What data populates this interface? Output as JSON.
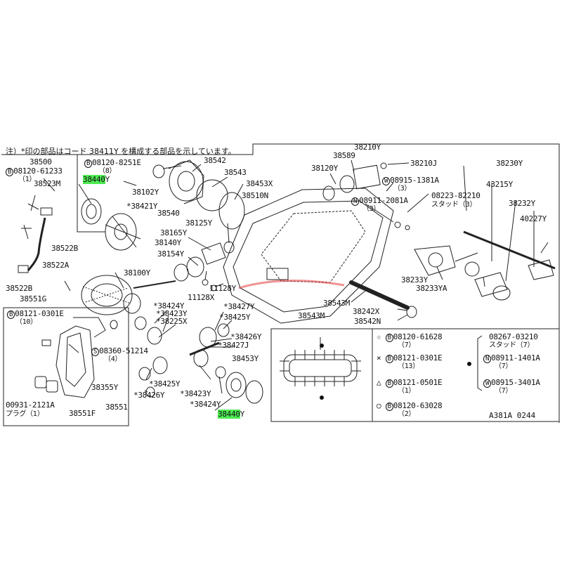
{
  "note": "注）*印の部品はコード 38411Y を構成する部品を示しています。",
  "reference": "A381A 0244",
  "highlight_color": "#4dea52",
  "labels": {
    "p38500": "38500",
    "p08120_61233": "08120-61233",
    "p08120_61233_qty": "（1）",
    "p38523M": "38523M",
    "p38522B_a": "38522B",
    "p38522A": "38522A",
    "p38522B_b": "38522B",
    "p38551G": "38551G",
    "p08120_8251E": "08120-8251E",
    "p08120_8251E_qty": "（8）",
    "p38440_a": "38440",
    "p38440_a_suffix": "Y",
    "p38102Y": "38102Y",
    "p38421Y": "*38421Y",
    "p38542": "38542",
    "p38543": "38543",
    "p38453X": "38453X",
    "p38540": "38540",
    "p38510N": "38510N",
    "p38125Y": "38125Y",
    "p38165Y": "38165Y",
    "p38140Y": "38140Y",
    "p38154Y": "38154Y",
    "p38100Y": "38100Y",
    "p11128Y": "11128Y",
    "p11128X": "11128X",
    "p38424Y_a": "*38424Y",
    "p38423Y_a": "*38423Y",
    "p38225X": "*38225X",
    "p38427Y": "*38427Y",
    "p38425Y_a": "*38425Y",
    "p38426Y_a": "*38426Y",
    "p38427J": "*38427J",
    "p38453Y": "38453Y",
    "p08121_0301E_a": "08121-0301E",
    "p08121_0301E_a_qty": "（10）",
    "p08360_51214": "08360-51214",
    "p08360_51214_qty": "（4）",
    "p38425Y_b": "*38425Y",
    "p38426Y_b": "*38426Y",
    "p38423Y_b": "*38423Y",
    "p38424Y_b": "*38424Y",
    "p38440_b": "38440",
    "p38440_b_suffix": "Y",
    "p38355Y": "38355Y",
    "p38551": "38551",
    "p38551F": "38551F",
    "p00931_2121A": "00931-2121A",
    "p_plug": "プラグ（1）",
    "p38210Y": "38210Y",
    "p38589": "38589",
    "p38120Y": "38120Y",
    "p38210J": "38210J",
    "p08915_1381A": "08915-1381A",
    "p08915_1381A_qty": "（3）",
    "p08911_2081A": "08911-2081A",
    "p08911_2081A_qty": "（3）",
    "p38230Y": "38230Y",
    "p43215Y": "43215Y",
    "p08223_82210": "08223-82210",
    "p_stud_3": "スタッド（3）",
    "p38232Y": "38232Y",
    "p40227Y": "40227Y",
    "p38233Y": "38233Y",
    "p38233YA": "38233YA",
    "p38543M_a": "38543M",
    "p38543M_b": "38543M",
    "p38242X": "38242X",
    "p38542N": "38542N"
  },
  "legend": {
    "l1_code": "08120-61628",
    "l1_qty": "（7）",
    "l2_code": "08121-0301E",
    "l2_qty": "（13）",
    "l3_code": "08121-0501E",
    "l3_qty": "（1）",
    "l4_code": "08120-63028",
    "l4_qty": "（2）",
    "r_code": "08267-03210",
    "r_stud": "スタッド（7）",
    "r2_code": "08911-1401A",
    "r2_qty": "（7）",
    "r3_code": "08915-3401A",
    "r3_qty": "（7）"
  },
  "symbols": {
    "B": "B",
    "N": "N",
    "W": "W",
    "S": "S",
    "star": "☆",
    "cross": "×",
    "tri": "△",
    "circ": "○"
  }
}
